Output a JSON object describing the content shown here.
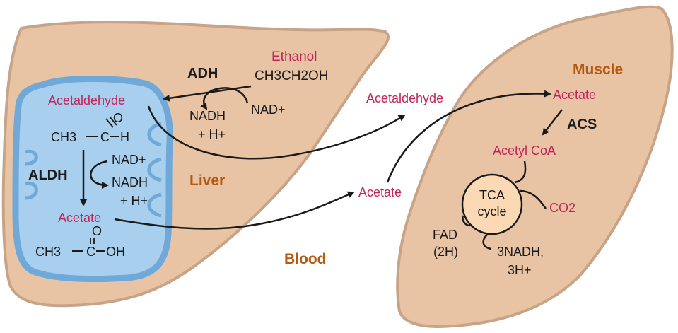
{
  "liver": {
    "label": "Liver",
    "ethanol": "Ethanol",
    "ethanol_formula": "CH3CH2OH",
    "enzyme_adh": "ADH",
    "nadh_adh": "NADH",
    "h_adh": "+ H+",
    "nad_adh": "NAD+"
  },
  "mito": {
    "acetaldehyde": "Acetaldehyde",
    "ald_o": "O",
    "ald_ch3": "CH3",
    "ald_c": "C",
    "ald_h": "H",
    "enzyme_aldh": "ALDH",
    "nad_aldh": "NAD+",
    "nadh_aldh": "NADH",
    "h_aldh": "+ H+",
    "acetate": "Acetate",
    "ac_o": "O",
    "ac_ch3": "CH3",
    "ac_c": "C",
    "ac_oh": "OH"
  },
  "blood": {
    "label": "Blood",
    "acetaldehyde": "Acetaldehyde",
    "acetate": "Acetate"
  },
  "muscle": {
    "label": "Muscle",
    "acetate": "Acetate",
    "enzyme_acs": "ACS",
    "acetyl_coa": "Acetyl CoA",
    "tca_line1": "TCA",
    "tca_line2": "cycle",
    "co2": "CO2",
    "fad_line1": "FAD",
    "fad_line2": "(2H)",
    "nadh_line1": "3NADH,",
    "nadh_line2": "3H+"
  },
  "colors": {
    "tissue_fill": "#e8c4a5",
    "tissue_stroke": "#c7a487",
    "mito_fill": "#a8d0ee",
    "mito_outer": "#6fa9da",
    "tca_fill": "#fbd9b4",
    "metabolite": "#c0245a",
    "tissue_label": "#b35a12"
  }
}
